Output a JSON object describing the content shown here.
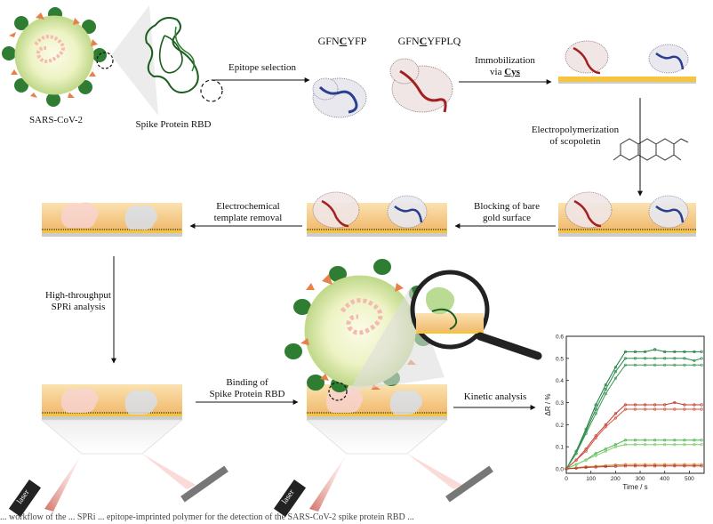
{
  "labels": {
    "virus": "SARS-CoV-2",
    "rbd": "Spike Protein RBD",
    "epitope_selection": "Epitope selection",
    "seq1": {
      "pre": "GFN",
      "cys": "C",
      "post": "YFP"
    },
    "seq2": {
      "pre": "GFN",
      "cys": "C",
      "post": "YFPLQ"
    },
    "immobilization_line1": "Immobilization",
    "immobilization_line2_pre": "via ",
    "immobilization_line2_cys": "Cys",
    "electropoly_line1": "Electropolymerization",
    "electropoly_line2": "of scopoletin",
    "blocking_line1": "Blocking of bare",
    "blocking_line2": "gold surface",
    "template_removal_line1": "Electrochemical",
    "template_removal_line2": "template removal",
    "htp_line1": "High-throughput",
    "htp_line2": "SPRi analysis",
    "binding_line1": "Binding of",
    "binding_line2": "Spike Protein RBD",
    "kinetic": "Kinetic analysis",
    "laser": "laser"
  },
  "caption": "... workflow of the ... SPRi ... epitope-imprinted polymer for the detection of the SARS-CoV-2 spike protein RBD ...",
  "chart_data": {
    "type": "line",
    "xlabel": "Time / s",
    "ylabel": "ΔR / %",
    "xticks": [
      0,
      100,
      200,
      300,
      400,
      500
    ],
    "yticks": [
      "0.0",
      "0.1",
      "0.2",
      "0.3",
      "0.4",
      "0.5",
      "0.6"
    ],
    "xlim": [
      0,
      560
    ],
    "ylim": [
      -0.02,
      0.6
    ],
    "series": [
      {
        "color": "#1e7a3c",
        "x": [
          0,
          40,
          80,
          120,
          160,
          200,
          240,
          280,
          320,
          360,
          400,
          440,
          480,
          520,
          550
        ],
        "values": [
          0,
          0.08,
          0.18,
          0.29,
          0.38,
          0.46,
          0.53,
          0.53,
          0.53,
          0.54,
          0.53,
          0.53,
          0.53,
          0.53,
          0.53
        ]
      },
      {
        "color": "#2d8a4a",
        "x": [
          0,
          40,
          80,
          120,
          160,
          200,
          240,
          280,
          320,
          360,
          400,
          440,
          480,
          520,
          550
        ],
        "values": [
          0,
          0.07,
          0.17,
          0.27,
          0.36,
          0.44,
          0.5,
          0.5,
          0.5,
          0.5,
          0.5,
          0.5,
          0.5,
          0.49,
          0.5
        ]
      },
      {
        "color": "#3c9a56",
        "x": [
          0,
          40,
          80,
          120,
          160,
          200,
          240,
          280,
          320,
          360,
          400,
          440,
          480,
          520,
          550
        ],
        "values": [
          0,
          0.07,
          0.16,
          0.25,
          0.34,
          0.41,
          0.47,
          0.47,
          0.47,
          0.47,
          0.47,
          0.47,
          0.47,
          0.47,
          0.47
        ]
      },
      {
        "color": "#c0392b",
        "x": [
          0,
          40,
          80,
          120,
          160,
          200,
          240,
          280,
          320,
          360,
          400,
          440,
          480,
          520,
          550
        ],
        "values": [
          0,
          0.04,
          0.09,
          0.15,
          0.2,
          0.25,
          0.29,
          0.29,
          0.29,
          0.29,
          0.29,
          0.3,
          0.29,
          0.29,
          0.29
        ]
      },
      {
        "color": "#d4553f",
        "x": [
          0,
          40,
          80,
          120,
          160,
          200,
          240,
          280,
          320,
          360,
          400,
          440,
          480,
          520,
          550
        ],
        "values": [
          0,
          0.04,
          0.08,
          0.14,
          0.19,
          0.23,
          0.27,
          0.27,
          0.27,
          0.27,
          0.27,
          0.27,
          0.27,
          0.27,
          0.27
        ]
      },
      {
        "color": "#4fb34f",
        "x": [
          0,
          40,
          80,
          120,
          160,
          200,
          240,
          280,
          320,
          360,
          400,
          440,
          480,
          520,
          550
        ],
        "values": [
          0,
          0.02,
          0.04,
          0.07,
          0.09,
          0.11,
          0.13,
          0.13,
          0.13,
          0.13,
          0.13,
          0.13,
          0.13,
          0.13,
          0.13
        ]
      },
      {
        "color": "#7ccf6a",
        "x": [
          0,
          40,
          80,
          120,
          160,
          200,
          240,
          280,
          320,
          360,
          400,
          440,
          480,
          520,
          550
        ],
        "values": [
          0,
          0.02,
          0.04,
          0.06,
          0.08,
          0.1,
          0.11,
          0.11,
          0.11,
          0.11,
          0.11,
          0.11,
          0.11,
          0.11,
          0.11
        ]
      },
      {
        "color": "#d9822b",
        "x": [
          0,
          40,
          80,
          120,
          160,
          200,
          240,
          280,
          320,
          360,
          400,
          440,
          480,
          520,
          550
        ],
        "values": [
          0,
          0.005,
          0.01,
          0.012,
          0.015,
          0.018,
          0.02,
          0.02,
          0.02,
          0.02,
          0.02,
          0.02,
          0.02,
          0.02,
          0.02
        ]
      },
      {
        "color": "#b03a2e",
        "x": [
          0,
          40,
          80,
          120,
          160,
          200,
          240,
          280,
          320,
          360,
          400,
          440,
          480,
          520,
          550
        ],
        "values": [
          0,
          0.003,
          0.006,
          0.008,
          0.01,
          0.012,
          0.013,
          0.013,
          0.013,
          0.013,
          0.013,
          0.013,
          0.013,
          0.013,
          0.013
        ]
      }
    ]
  }
}
